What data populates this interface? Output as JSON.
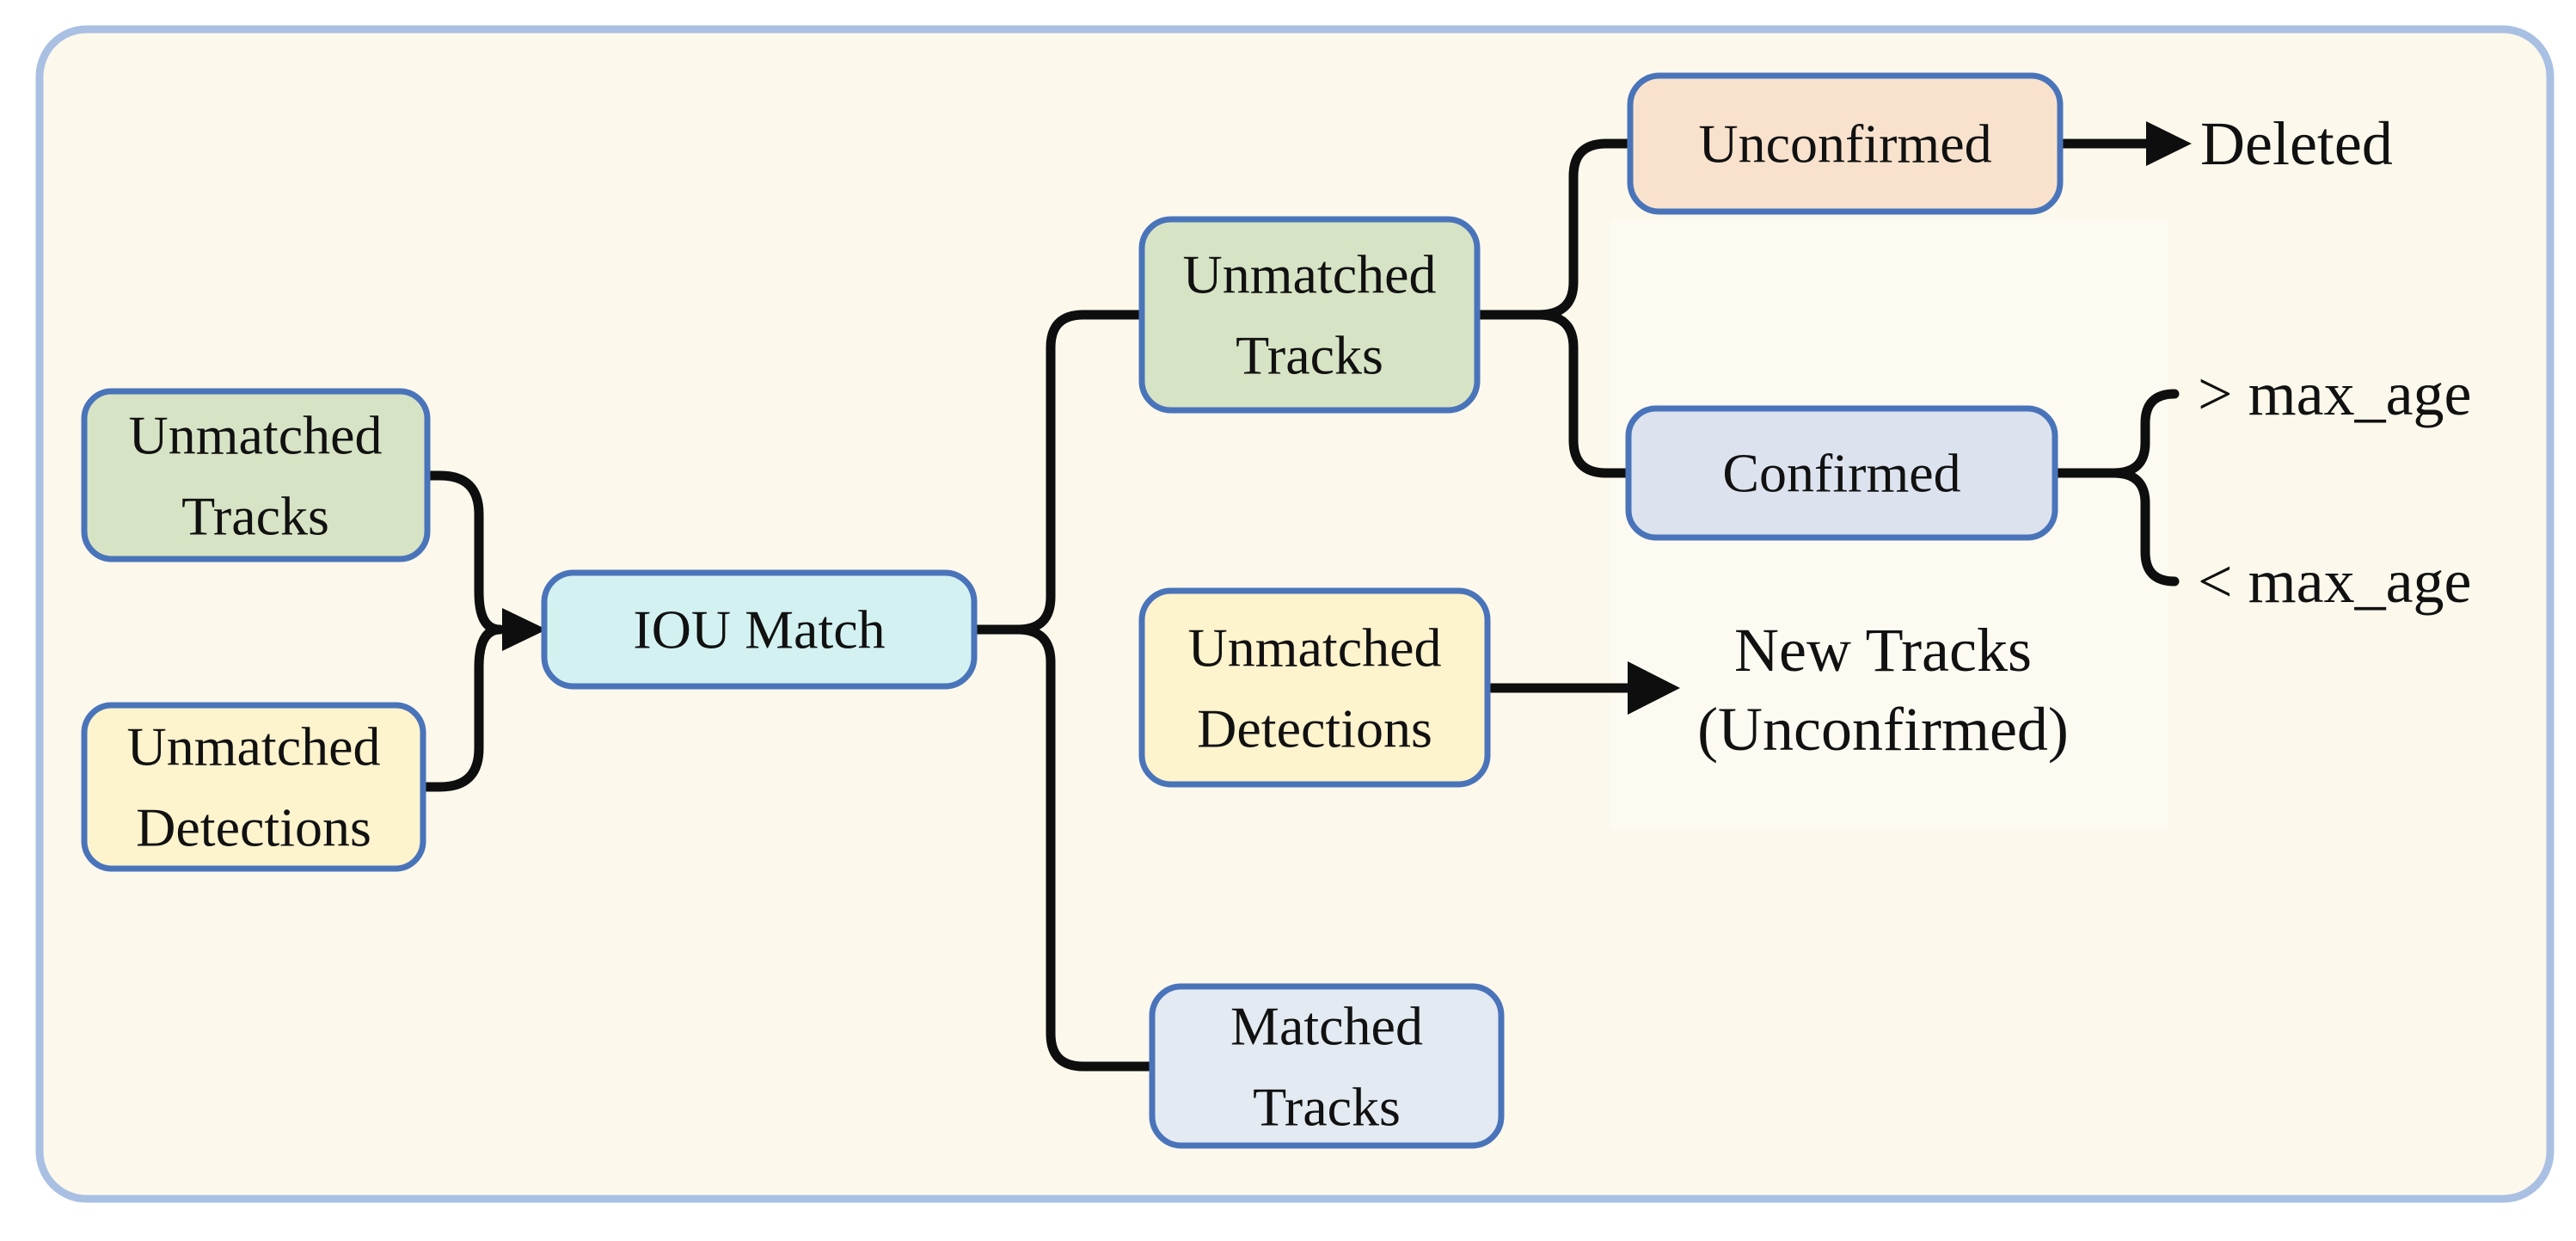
{
  "frame": {
    "fill": "#fcf8ec",
    "border_color": "#a9c0e3"
  },
  "colors": {
    "node_border": "#4a74ba",
    "connector": "#0e0e0e",
    "text": "#111111",
    "page_background": "#ffffff",
    "fill_green": "#d7e3c5",
    "fill_yellow": "#fdf3cd",
    "fill_cyan": "#d3f1f1",
    "fill_peach": "#f9e2cd",
    "fill_blue_gray": "#dce3ef",
    "fill_light_blue": "#e3eaf1"
  },
  "nodes": {
    "left_unmatched_tracks": {
      "line1": "Unmatched",
      "line2": "Tracks",
      "fill": "#d7e3c5"
    },
    "left_unmatched_detections": {
      "line1": "Unmatched",
      "line2": "Detections",
      "fill": "#fdf3cd"
    },
    "iou_match": {
      "line1": "IOU Match",
      "fill": "#d3f1f1"
    },
    "right_unmatched_tracks": {
      "line1": "Unmatched",
      "line2": "Tracks",
      "fill": "#d7e3c5"
    },
    "right_unmatched_detections": {
      "line1": "Unmatched",
      "line2": "Detections",
      "fill": "#fdf3cd"
    },
    "matched_tracks": {
      "line1": "Matched",
      "line2": "Tracks",
      "fill": "#e3eaf1"
    },
    "unconfirmed": {
      "line1": "Unconfirmed",
      "fill": "#f9e2cd"
    },
    "confirmed": {
      "line1": "Confirmed",
      "fill": "#dce3ef"
    }
  },
  "labels": {
    "deleted": "Deleted",
    "gt_max_age": "> max_age",
    "lt_max_age": "< max_age",
    "new_tracks_line1": "New Tracks",
    "new_tracks_line2": "(Unconfirmed)"
  }
}
